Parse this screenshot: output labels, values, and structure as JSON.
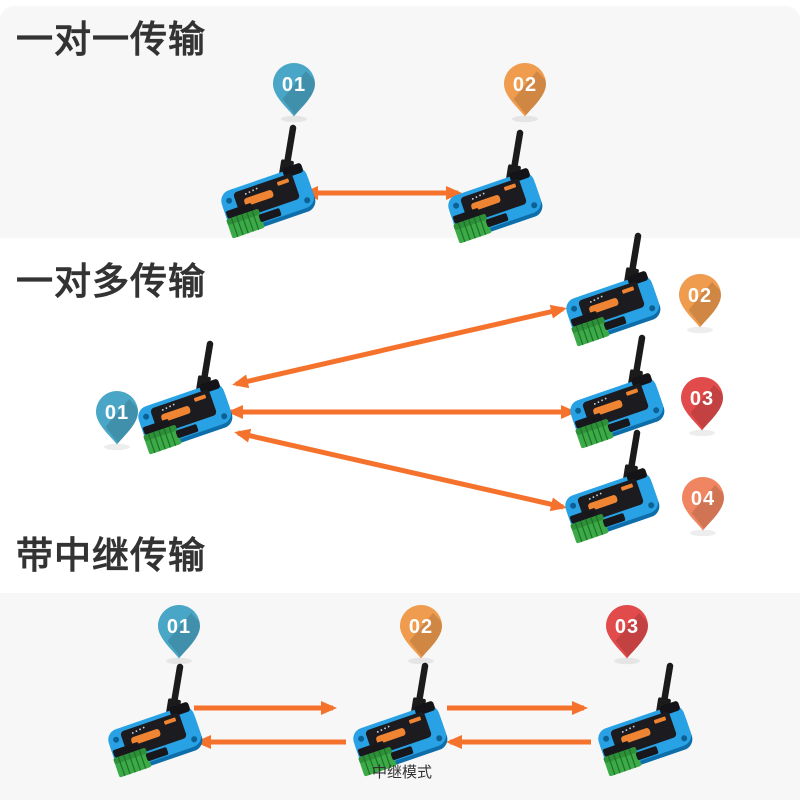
{
  "page": {
    "background": "#ffffff",
    "band_color": "#f7f7f7"
  },
  "colors": {
    "arrow": "#f5722d",
    "title_text": "#333333",
    "relay_text": "#333333",
    "pin_text": "#ffffff",
    "device": {
      "body": "#28a2e4",
      "body_shade": "#0e6ea9",
      "panel": "#1b1b20",
      "accent_orange": "#ef8432",
      "terminal_green": "#3cab47",
      "terminal_green_dark": "#2e9038",
      "terminal_line": "#1e7029",
      "antenna_black": "#1b1b1b",
      "screw_blue": "#0d6094",
      "mount_black": "#141418",
      "marking_white": "#c9d2d8",
      "stripe_black": "#17171c"
    }
  },
  "sections": [
    {
      "title": "一对一传输",
      "pins": [
        {
          "label": "01",
          "color": "#4aa6c6"
        },
        {
          "label": "02",
          "color": "#ef9c4f"
        }
      ]
    },
    {
      "title": "一对多传输",
      "pins": [
        {
          "label": "01",
          "color": "#4aa6c6"
        },
        {
          "label": "02",
          "color": "#ef9c4f"
        },
        {
          "label": "03",
          "color": "#e14b4b"
        },
        {
          "label": "04",
          "color": "#ef8661"
        }
      ]
    },
    {
      "title": "带中继传输",
      "relay_label": "中继模式",
      "pins": [
        {
          "label": "01",
          "color": "#4aa6c6"
        },
        {
          "label": "02",
          "color": "#ef9c4f"
        },
        {
          "label": "03",
          "color": "#e14b4b"
        }
      ]
    }
  ]
}
